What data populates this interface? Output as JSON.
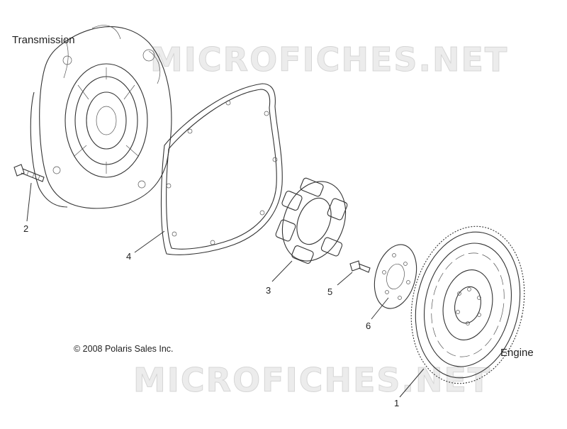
{
  "labels": {
    "transmission": "Transmission",
    "engine": "Engine",
    "copyright": "© 2008 Polaris Sales Inc."
  },
  "watermark": "MICROFICHES.NET",
  "callouts": [
    {
      "id": "1",
      "part": "flywheel"
    },
    {
      "id": "2",
      "part": "bolt"
    },
    {
      "id": "3",
      "part": "coupler"
    },
    {
      "id": "4",
      "part": "gasket"
    },
    {
      "id": "5",
      "part": "bolt"
    },
    {
      "id": "6",
      "part": "plate"
    }
  ]
}
